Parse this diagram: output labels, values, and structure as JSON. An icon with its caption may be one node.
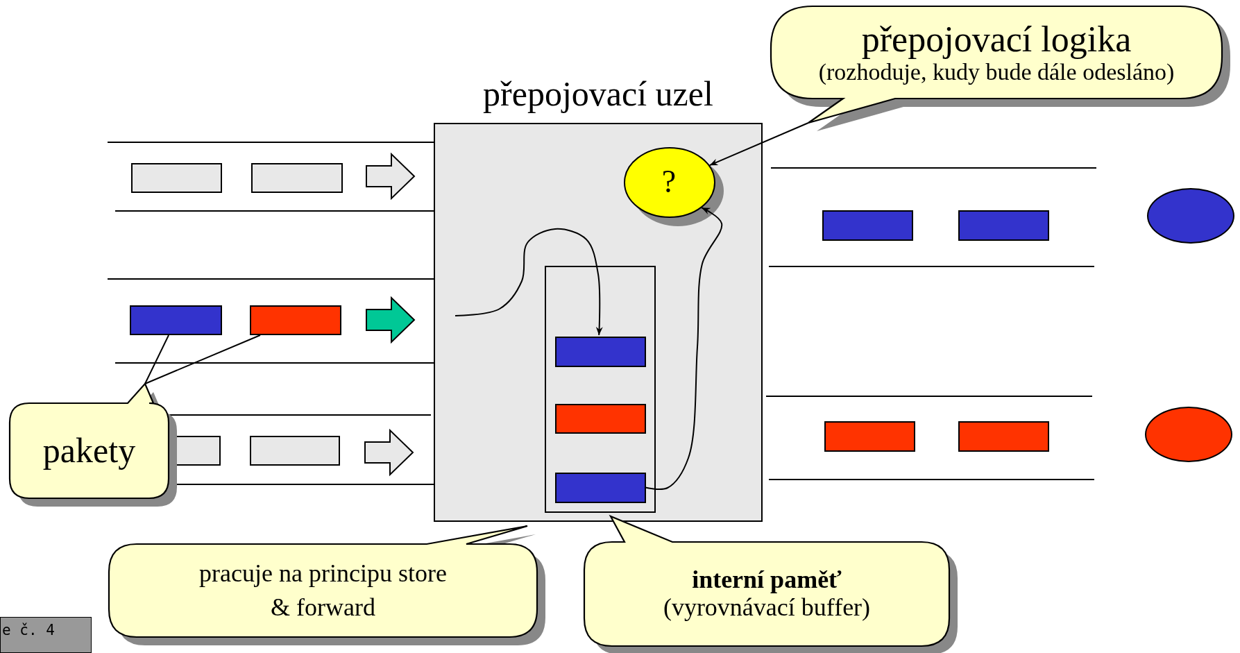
{
  "diagram": {
    "nodes": [
      {
        "text": [
          "přepojovací uzel"
        ]
      },
      {
        "text": [
          "?"
        ],
        "in": 0
      },
      {
        "text": [],
        "shape": "box",
        "in": 0
      },
      {
        "text": [],
        "shape": "bar",
        "in": 2
      },
      {
        "text": [],
        "shape": "bar",
        "in": 2
      },
      {
        "text": [],
        "shape": "bar",
        "in": 2
      },
      {
        "text": [
          "přepojovací logika",
          "(rozhoduje, kudy bude dále odesláno)"
        ]
      },
      {
        "text": [
          "pakety"
        ]
      },
      {
        "text": [
          "pracuje na principu store & forward"
        ]
      },
      {
        "text": [
          "interní paměť",
          "(vyrovnávací buffer)"
        ]
      },
      {
        "text": [],
        "shape": "bar"
      },
      {
        "text": [],
        "shape": "bar"
      },
      {
        "text": [],
        "shape": "bar"
      },
      {
        "text": [],
        "shape": "bar"
      },
      {
        "text": [],
        "shape": "bar"
      },
      {
        "text": [],
        "shape": "bar"
      },
      {
        "text": [],
        "shape": "bar"
      },
      {
        "text": [],
        "shape": "bar"
      },
      {
        "text": [],
        "shape": "ellipse"
      },
      {
        "text": [],
        "shape": "bar"
      },
      {
        "text": [],
        "shape": "bar"
      },
      {
        "text": [],
        "shape": "ellipse"
      }
    ],
    "edges": [
      {
        "from": 6,
        "to": 1,
        "arrow": "to"
      },
      {
        "from": 7,
        "to": 12,
        "arrow": "none"
      },
      {
        "from": 7,
        "to": 13,
        "arrow": "none"
      },
      {
        "from": null,
        "to": 3,
        "arrow": "to"
      },
      {
        "from": 5,
        "to": 1,
        "arrow": "to"
      }
    ],
    "labels": [
      "e č. 4"
    ]
  }
}
